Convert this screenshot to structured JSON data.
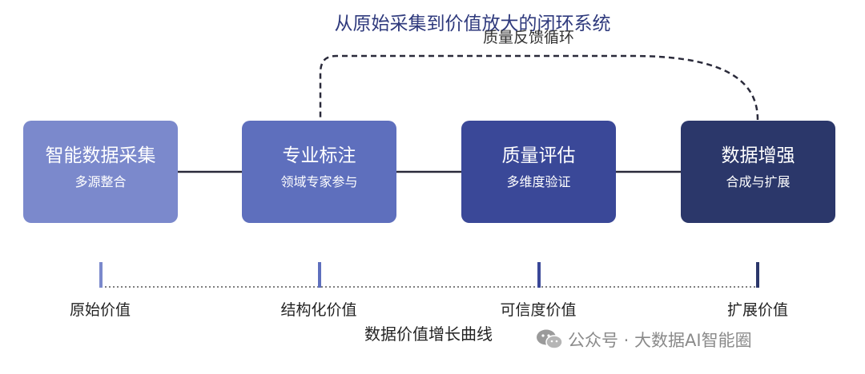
{
  "title": "从原始采集到价值放大的闭环系统",
  "loop_label": "质量反馈循环",
  "boxes": [
    {
      "name": "智能数据采集",
      "sub": "多源整合"
    },
    {
      "name": "专业标注",
      "sub": "领域专家参与"
    },
    {
      "name": "质量评估",
      "sub": "多维度验证"
    },
    {
      "name": "数据增强",
      "sub": "合成与扩展"
    }
  ],
  "stages": [
    "原始价值",
    "结构化价值",
    "可信度价值",
    "扩展价值"
  ],
  "axis_title": "数据价值增长曲线",
  "watermark": "公众号 · 大数据AI智能圈",
  "colors": {
    "box1": "#7b89cc",
    "box2": "#5e6fbd",
    "box3": "#3a4898",
    "box4": "#2b376a",
    "title": "#2f3a7d"
  }
}
